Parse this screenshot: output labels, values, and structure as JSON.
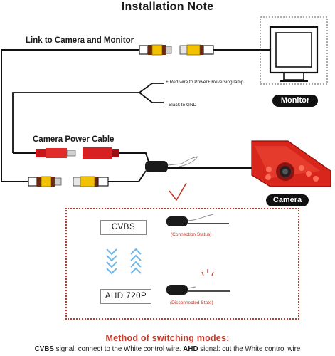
{
  "title": "Installation Note",
  "labels": {
    "link": "Link to Camera and Monitor",
    "red_wire": "+ Red wire to Power+;Reversing lamp",
    "black_wire": "- Black to GND",
    "power_cable": "Camera Power Cable",
    "monitor": "Monitor",
    "camera": "Camera"
  },
  "modes": {
    "cvbs": "CVBS",
    "ahd": "AHD 720P",
    "connection_status": "(Connection Status)",
    "disconnected_state": "(Disconnected State)"
  },
  "footer": {
    "heading": "Method of switching modes:",
    "cvbs_term": "CVBS",
    "cvbs_text": " signal: connect to the White control wire. ",
    "ahd_term": "AHD",
    "ahd_text": " signal: cut the White control wire"
  },
  "colors": {
    "accent_red": "#c0392b",
    "camera_red": "#d9261c",
    "connector_yellow": "#f2c200",
    "badge_black": "#111111"
  }
}
